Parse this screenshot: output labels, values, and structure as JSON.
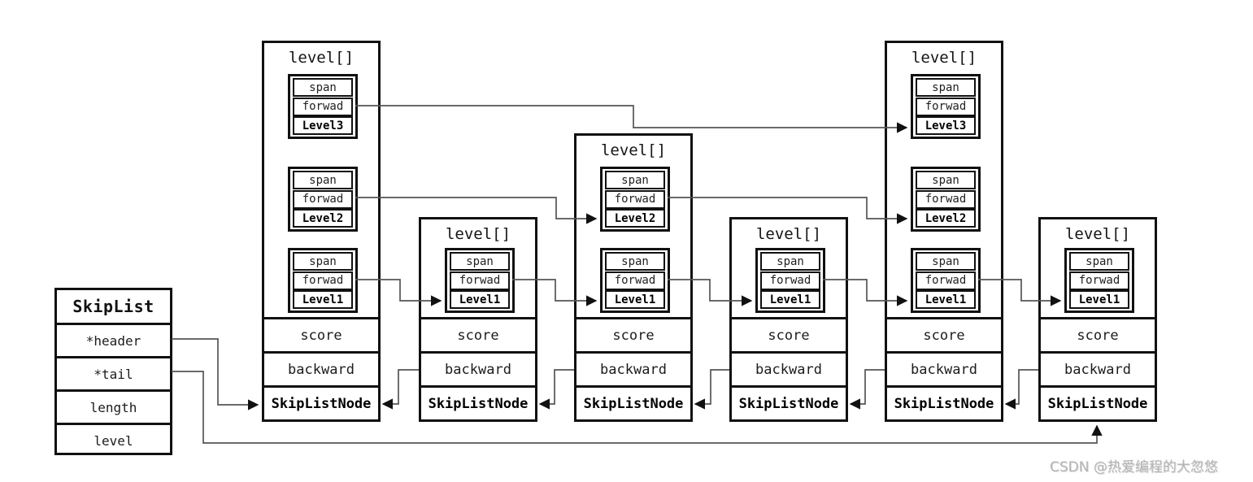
{
  "skiplist": {
    "title": "SkipList",
    "fields": {
      "header": "*header",
      "tail": "*tail",
      "length": "length",
      "level": "level"
    }
  },
  "labels": {
    "level_array": "level[]",
    "span": "span",
    "forward": "forwad",
    "score": "score",
    "backward": "backward",
    "node_type": "SkipListNode"
  },
  "nodes": [
    {
      "levels": [
        "Level3",
        "Level2",
        "Level1"
      ]
    },
    {
      "levels": [
        "Level1"
      ]
    },
    {
      "levels": [
        "Level2",
        "Level1"
      ]
    },
    {
      "levels": [
        "Level1"
      ]
    },
    {
      "levels": [
        "Level3",
        "Level2",
        "Level1"
      ]
    },
    {
      "levels": [
        "Level1"
      ]
    }
  ],
  "watermark": "CSDN @热爱编程的大忽悠"
}
